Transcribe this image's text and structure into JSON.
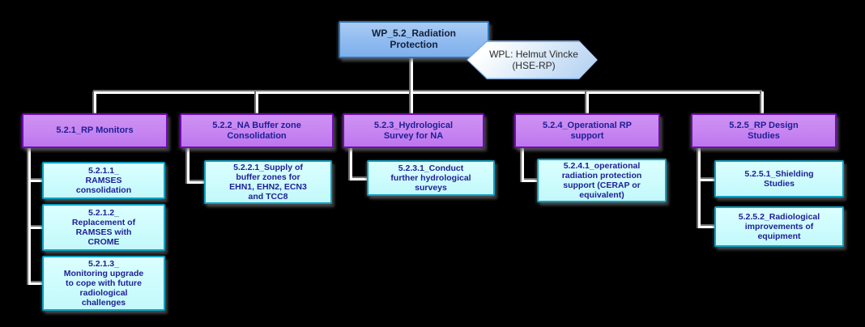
{
  "diagram": {
    "root": {
      "label": "WP_5.2_Radiation\nProtection"
    },
    "wpl_banner": {
      "label": "WPL: Helmut Vincke\n(HSE-RP)"
    },
    "branches": [
      {
        "label": "5.2.1_RP Monitors",
        "children": [
          "5.2.1.1_\nRAMSES\nconsolidation",
          "5.2.1.2_\nReplacement of\nRAMSES with\nCROME",
          "5.2.1.3_\nMonitoring upgrade\nto cope with future\nradiological\nchallenges"
        ]
      },
      {
        "label": "5.2.2_NA Buffer zone\nConsolidation",
        "children": [
          "5.2.2.1_Supply of\nbuffer zones for\nEHN1, EHN2, ECN3\nand TCC8"
        ]
      },
      {
        "label": "5.2.3_Hydrological\nSurvey for NA",
        "children": [
          "5.2.3.1_Conduct\nfurther hydrological\nsurveys"
        ]
      },
      {
        "label": "5.2.4_Operational RP\nsupport",
        "children": [
          "5.2.4.1_operational\nradiation protection\nsupport (CERAP or\nequivalent)"
        ]
      },
      {
        "label": "5.2.5_RP Design\nStudies",
        "children": [
          "5.2.5.1_Shielding\nStudies",
          "5.2.5.2_Radiological\nimprovements of\nequipment"
        ]
      }
    ],
    "colors": {
      "background": "#000000",
      "root_fill": "#8db9ef",
      "root_border": "#2e75b6",
      "branch_fill": "#c583f0",
      "branch_border": "#7209b7",
      "child_fill": "#ccfcfd",
      "child_border": "#0aa2c4",
      "node_text": "#1e1e96",
      "banner_fill": "#b8d4f2",
      "banner_border": "#7da7d8",
      "connector_light": "#ffffff",
      "connector_shadow": "#6f6f6f"
    }
  }
}
